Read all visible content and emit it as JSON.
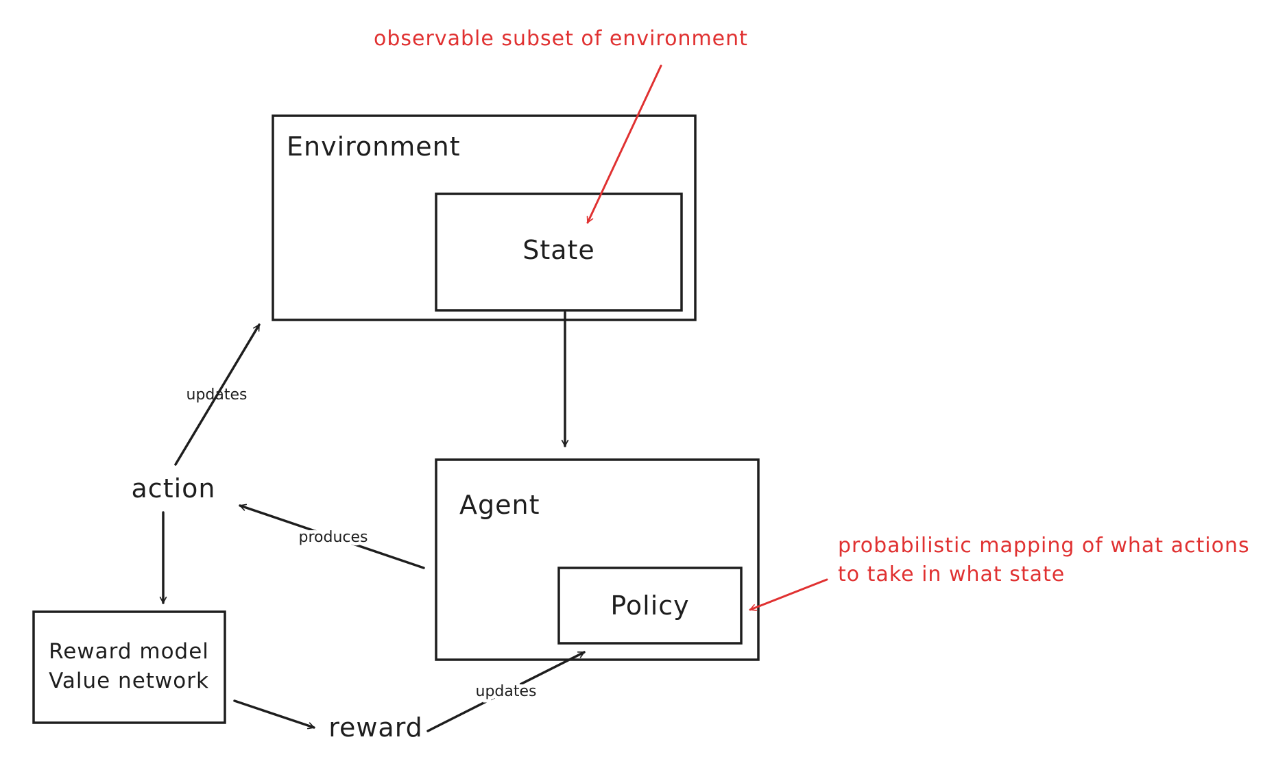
{
  "colors": {
    "ink": "#1e1e1e",
    "annotation": "#e03131",
    "background": "#ffffff"
  },
  "nodes": {
    "environment": "Environment",
    "state": "State",
    "agent": "Agent",
    "policy": "Policy",
    "reward_model_line1": "Reward model",
    "reward_model_line2": "Value network"
  },
  "terms": {
    "action": "action",
    "reward": "reward"
  },
  "edge_labels": {
    "action_to_environment": "updates",
    "agent_to_action": "produces",
    "reward_to_agent": "updates"
  },
  "annotations": {
    "state_note": "observable subset of environment",
    "policy_note_line1": "probabilistic mapping of what actions",
    "policy_note_line2": "to take in what state"
  }
}
